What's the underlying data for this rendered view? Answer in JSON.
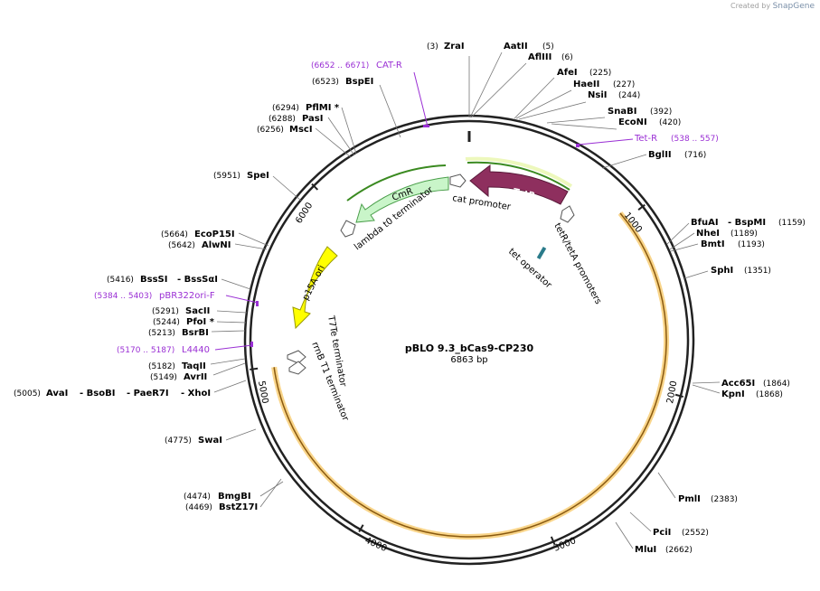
{
  "credit": {
    "prefix": "Created by",
    "brand": "SnapGene"
  },
  "plasmid": {
    "name": "pBLO 9.3_bCas9-CP230",
    "length_label": "6863 bp",
    "length": 6863
  },
  "ticks": [
    "1000",
    "2000",
    "3000",
    "4000",
    "5000",
    "6000"
  ],
  "sites": [
    {
      "name": "ZraI",
      "pos": "(3)"
    },
    {
      "name": "AatII",
      "pos": "(5)"
    },
    {
      "name": "AflIII",
      "pos": "(6)"
    },
    {
      "name": "AfeI",
      "pos": "(225)"
    },
    {
      "name": "HaeII",
      "pos": "(227)"
    },
    {
      "name": "NsiI",
      "pos": "(244)"
    },
    {
      "name": "SnaBI",
      "pos": "(392)"
    },
    {
      "name": "EcoNI",
      "pos": "(420)"
    },
    {
      "name": "BglII",
      "pos": "(716)"
    },
    {
      "name": "BfuAI",
      "name2": "- BspMI",
      "pos": "(1159)"
    },
    {
      "name": "NheI",
      "pos": "(1189)"
    },
    {
      "name": "BmtI",
      "pos": "(1193)"
    },
    {
      "name": "SphI",
      "pos": "(1351)"
    },
    {
      "name": "Acc65I",
      "pos": "(1864)"
    },
    {
      "name": "KpnI",
      "pos": "(1868)"
    },
    {
      "name": "PmlI",
      "pos": "(2383)"
    },
    {
      "name": "PciI",
      "pos": "(2552)"
    },
    {
      "name": "MluI",
      "pos": "(2662)"
    },
    {
      "name": "BmgBI",
      "pos": "(4474)"
    },
    {
      "name": "BstZ17I",
      "pos": "(4469)"
    },
    {
      "name": "SwaI",
      "pos": "(4775)"
    },
    {
      "name": "AvaI",
      "name2": "- BsoBI",
      "name3": "- PaeR7I",
      "name4": "- XhoI",
      "pos": "(5005)"
    },
    {
      "name": "AvrII",
      "pos": "(5149)"
    },
    {
      "name": "TaqII",
      "pos": "(5182)"
    },
    {
      "name": "BsrBI",
      "pos": "(5213)"
    },
    {
      "name": "PfoI *",
      "pos": "(5244)"
    },
    {
      "name": "SacII",
      "pos": "(5291)"
    },
    {
      "name": "BssSI",
      "name2": "- BssSαI",
      "pos": "(5416)"
    },
    {
      "name": "AlwNI",
      "pos": "(5642)"
    },
    {
      "name": "EcoP15I",
      "pos": "(5664)"
    },
    {
      "name": "SpeI",
      "pos": "(5951)"
    },
    {
      "name": "MscI",
      "pos": "(6256)"
    },
    {
      "name": "PasI",
      "pos": "(6288)"
    },
    {
      "name": "PflMI *",
      "pos": "(6294)"
    },
    {
      "name": "BspEI",
      "pos": "(6523)"
    }
  ],
  "primers": [
    {
      "name": "CAT-R",
      "pos": "(6652 .. 6671)"
    },
    {
      "name": "Tet-R",
      "pos": "(538 .. 557)"
    },
    {
      "name": "pBR322ori-F",
      "pos": "(5384 .. 5403)"
    },
    {
      "name": "L4440",
      "pos": "(5170 .. 5187)"
    }
  ],
  "features": [
    {
      "name": "TetR"
    },
    {
      "name": "tetR/tetA promoters"
    },
    {
      "name": "tet operator"
    },
    {
      "name": "cat promoter"
    },
    {
      "name": "CmR"
    },
    {
      "name": "lambda t0 terminator"
    },
    {
      "name": "p15A ori"
    },
    {
      "name": "T7Te terminator"
    },
    {
      "name": "rrnB T1 terminator"
    }
  ],
  "colors": {
    "backbone": "#222222",
    "orange_arc": "#f5b041",
    "tetr": "#8e2f5e",
    "cmr": "#c9f5c9",
    "cmr_stroke": "#4a9e4a",
    "ori": "#ffff00",
    "operator": "#2a7b8a",
    "primer": "#9a2fd4"
  }
}
